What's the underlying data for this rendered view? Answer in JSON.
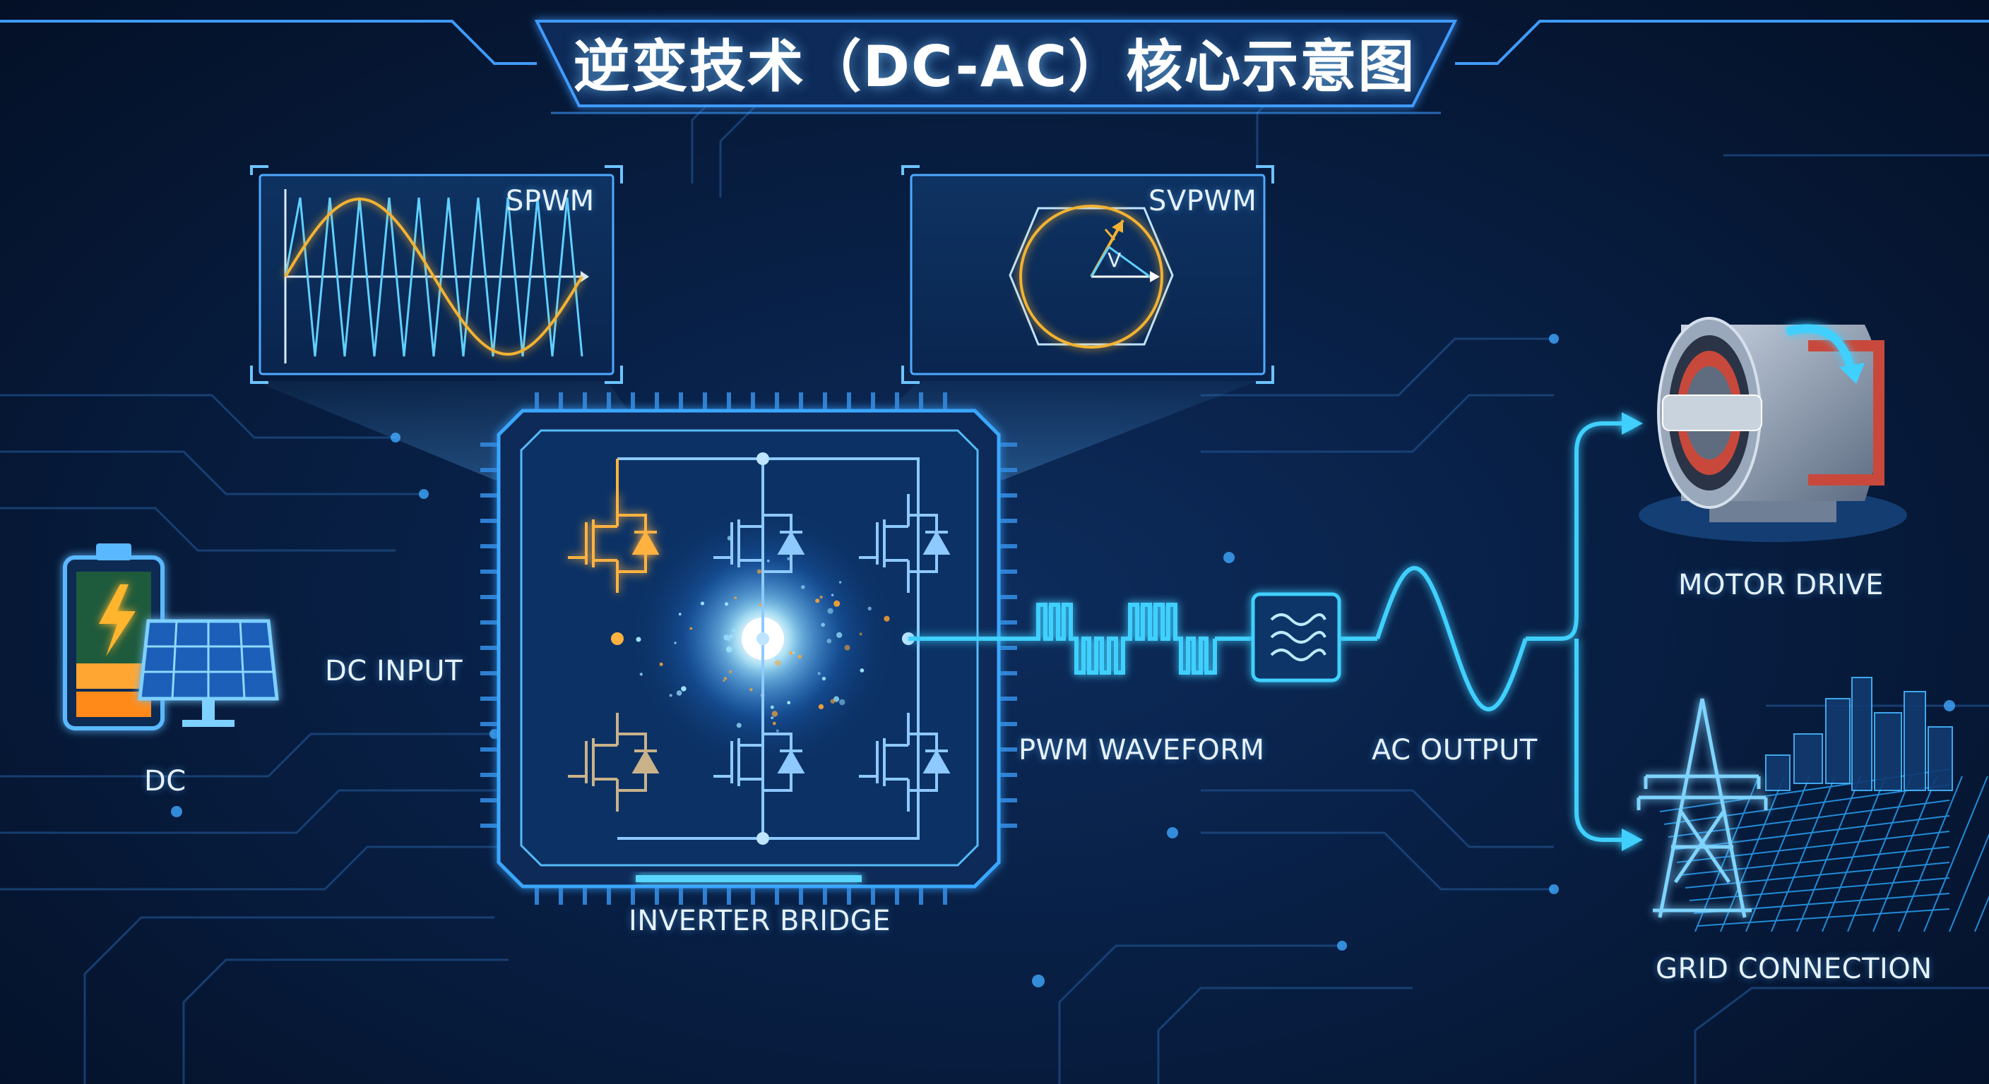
{
  "title": "逆变技术（DC-AC）核心示意图",
  "labels": {
    "spwm": "SPWM",
    "svpwm": "SVPWM",
    "vector": "V",
    "dc_input": "DC INPUT",
    "dc": "DC",
    "inverter_bridge": "INVERTER BRIDGE",
    "pwm_waveform": "PWM WAVEFORM",
    "ac_output": "AC OUTPUT",
    "motor_drive": "MOTOR DRIVE",
    "grid_connection": "GRID CONNECTION"
  },
  "colors": {
    "accent_cyan": "#3fd0ff",
    "accent_orange": "#ffa531",
    "sine_yellow": "#f2b233",
    "battery_green": "#3ad27a"
  }
}
